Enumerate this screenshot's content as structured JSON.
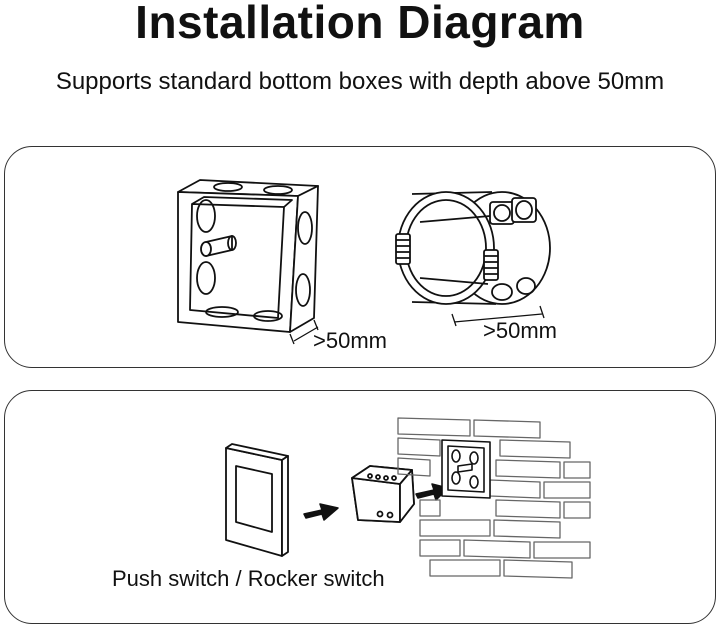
{
  "header": {
    "title": "Installation Diagram",
    "subtitle": "Supports standard bottom boxes with depth above 50mm"
  },
  "panel_boxes": {
    "square_box": {
      "depth_label": ">50mm"
    },
    "round_box": {
      "depth_label": ">50mm"
    }
  },
  "panel_install": {
    "caption": "Push switch / Rocker switch"
  },
  "colors": {
    "line": "#111111",
    "panel_border": "#333333",
    "background": "#ffffff"
  }
}
